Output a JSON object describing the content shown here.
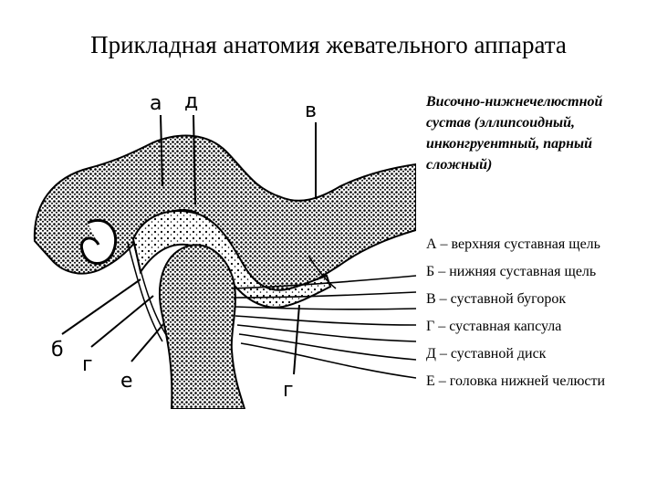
{
  "slide": {
    "title": "Прикладная анатомия жевательного аппарата",
    "description": "Височно-нижнечелюстной сустав (эллипсоидный, инконгруентный, парный сложный)",
    "legend": [
      "А – верхняя суставная щель",
      "Б – нижняя суставная щель",
      "В – суставной бугорок",
      "Г – суставная капсула",
      "Д – суставной диск",
      "Е – головка нижней челюсти"
    ]
  },
  "figure": {
    "labels": [
      "а",
      "д",
      "в",
      "б",
      "г",
      "е",
      "г"
    ]
  }
}
